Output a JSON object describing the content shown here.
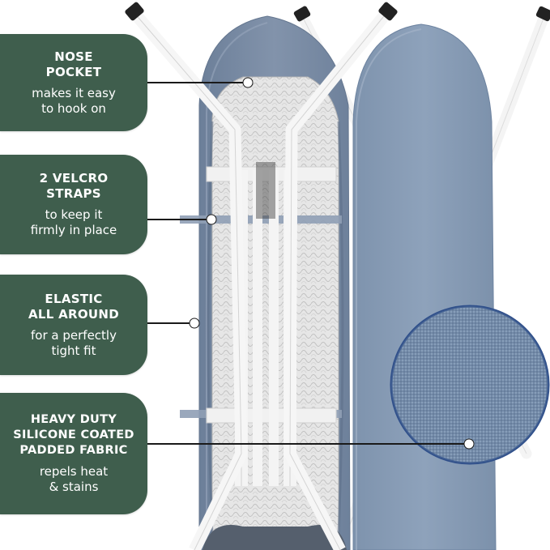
{
  "features": [
    {
      "title_lines": [
        "NOSE",
        "POCKET"
      ],
      "desc_lines": [
        "makes it easy",
        "to hook on"
      ]
    },
    {
      "title_lines": [
        "2 VELCRO",
        "STRAPS"
      ],
      "desc_lines": [
        "to keep it",
        "firmly in place"
      ]
    },
    {
      "title_lines": [
        "ELASTIC",
        "ALL AROUND"
      ],
      "desc_lines": [
        "for a perfectly",
        "tight fit"
      ]
    },
    {
      "title_lines": [
        "HEAVY DUTY",
        "SILICONE COATED",
        "PADDED FABRIC"
      ],
      "desc_lines": [
        "repels heat",
        "& stains"
      ]
    }
  ],
  "colors": {
    "callout_bg": "#3f5e4d",
    "cover_blue": "#8196b0",
    "frame_white": "#f2f2f2",
    "pad_grey": "#e3e3e3"
  }
}
